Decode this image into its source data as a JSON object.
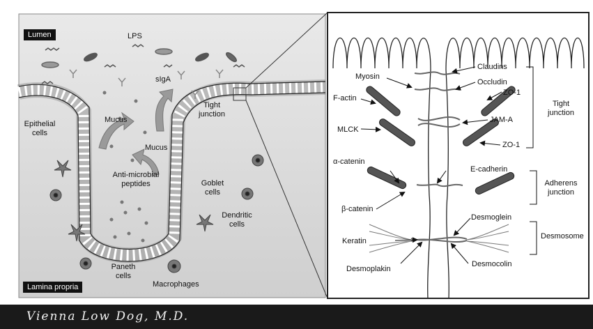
{
  "left_panel": {
    "lumen": "Lumen",
    "lamina_propria": "Lamina propria",
    "lps": "LPS",
    "siga": "sIgA",
    "tight_junction_line1": "Tight",
    "tight_junction_line2": "junction",
    "epithelial_line1": "Epithelial",
    "epithelial_line2": "cells",
    "mucus_left": "Mucus",
    "mucus_center": "Mucus",
    "amp_line1": "Anti-microbial",
    "amp_line2": "peptides",
    "goblet_line1": "Goblet",
    "goblet_line2": "cells",
    "dendritic_line1": "Dendritic",
    "dendritic_line2": "cells",
    "paneth_line1": "Paneth",
    "paneth_line2": "cells",
    "macrophages": "Macrophages"
  },
  "right_panel": {
    "myosin": "Myosin",
    "f_actin": "F-actin",
    "mlck": "MLCK",
    "claudins": "Claudins",
    "occludin": "Occludin",
    "zo1_top": "ZO-1",
    "jama": "JAM-A",
    "zo1_bottom": "ZO-1",
    "tight_line1": "Tight",
    "tight_line2": "junction",
    "alpha_catenin": "α-catenin",
    "e_cadherin": "E-cadherin",
    "beta_catenin": "β-catenin",
    "adherens_line1": "Adherens",
    "adherens_line2": "junction",
    "desmoglein": "Desmoglein",
    "desmosome": "Desmosome",
    "keratin": "Keratin",
    "desmoplakin": "Desmoplakin",
    "desmocolin": "Desmocolin"
  },
  "footer": {
    "signature": "Vienna Low Dog, M.D."
  },
  "colors": {
    "footer_bg": "#1a1a1a",
    "panel_gray": "#d6d6d6",
    "arrow_gray": "#9a9a9a"
  }
}
